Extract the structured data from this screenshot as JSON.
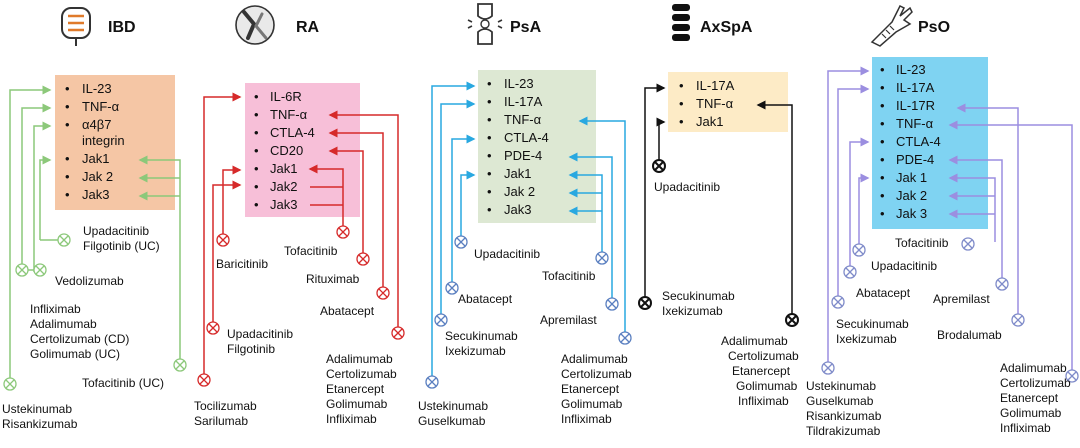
{
  "diseases": [
    {
      "key": "ibd",
      "title": "IBD",
      "icon": "intestine-icon",
      "color": "#8cc87a",
      "box_fill": "#f5c6a5",
      "targets": [
        "IL-23",
        "TNF-α",
        "α4β7",
        "integrin",
        "Jak1",
        "Jak 2",
        "Jak3"
      ],
      "drug_groups": [
        {
          "lines": [
            "Upadacitinib",
            "Filgotinib (UC)"
          ],
          "inhibitor": true
        },
        {
          "lines": [
            "Vedolizumab"
          ],
          "inhibitor": true
        },
        {
          "lines": [
            "Infliximab",
            "Adalimumab",
            "Certolizumab (CD)",
            "Golimumab (UC)"
          ],
          "inhibitor": false
        },
        {
          "lines": [
            "Tofacitinib (UC)"
          ],
          "inhibitor": true
        },
        {
          "lines": [
            "Ustekinumab",
            "Risankizumab"
          ],
          "inhibitor": true
        }
      ]
    },
    {
      "key": "ra",
      "title": "RA",
      "icon": "knee-joint-icon",
      "color": "#d62a2a",
      "box_fill": "#f7bfd8",
      "targets": [
        "IL-6R",
        "TNF-α",
        "CTLA-4",
        "CD20",
        "Jak1",
        "Jak2",
        "Jak3"
      ],
      "drug_groups": [
        {
          "lines": [
            "Baricitinib"
          ],
          "inhibitor": true
        },
        {
          "lines": [
            "Tofacitinib"
          ],
          "inhibitor": true
        },
        {
          "lines": [
            "Rituximab"
          ],
          "inhibitor": true
        },
        {
          "lines": [
            "Abatacept"
          ],
          "inhibitor": true
        },
        {
          "lines": [
            "Upadacitinib",
            "Filgotinib"
          ],
          "inhibitor": true
        },
        {
          "lines": [
            "Adalimumab",
            "Certolizumab",
            "Etanercept",
            "Golimumab",
            "Infliximab"
          ],
          "inhibitor": true
        },
        {
          "lines": [
            "Tocilizumab",
            "Sarilumab"
          ],
          "inhibitor": true
        }
      ]
    },
    {
      "key": "psa",
      "title": "PsA",
      "icon": "joint-icon",
      "color": "#29a8e0",
      "box_fill": "#dde8d3",
      "targets": [
        "IL-23",
        "IL-17A",
        "TNF-α",
        "CTLA-4",
        "PDE-4",
        "Jak1",
        "Jak 2",
        "Jak3"
      ],
      "drug_groups": [
        {
          "lines": [
            "Upadacitinib"
          ],
          "inhibitor": true
        },
        {
          "lines": [
            "Tofacitinib"
          ],
          "inhibitor": true
        },
        {
          "lines": [
            "Abatacept"
          ],
          "inhibitor": true
        },
        {
          "lines": [
            "Apremilast"
          ],
          "inhibitor": true
        },
        {
          "lines": [
            "Secukinumab",
            "Ixekizumab"
          ],
          "inhibitor": true
        },
        {
          "lines": [
            "Adalimumab",
            "Certolizumab",
            "Etanercept",
            "Golimumab",
            "Infliximab"
          ],
          "inhibitor": true
        },
        {
          "lines": [
            "Ustekinumab",
            "Guselkumab"
          ],
          "inhibitor": true
        }
      ]
    },
    {
      "key": "axspa",
      "title": "AxSpA",
      "icon": "spine-icon",
      "color": "#111111",
      "box_fill": "#fdebc6",
      "targets": [
        "IL-17A",
        "TNF-α",
        "Jak1"
      ],
      "drug_groups": [
        {
          "lines": [
            "Upadacitinib"
          ],
          "inhibitor": true
        },
        {
          "lines": [
            "Secukinumab",
            "Ixekizumab"
          ],
          "inhibitor": true
        },
        {
          "lines": [
            "Adalimumab",
            "Certolizumab",
            "Etanercept",
            "Golimumab",
            "Infliximab"
          ],
          "inhibitor": true
        }
      ]
    },
    {
      "key": "pso",
      "title": "PsO",
      "icon": "skin-arm-icon",
      "color": "#9b8ee0",
      "box_fill": "#7fd3f2",
      "targets": [
        "IL-23",
        "IL-17A",
        "IL-17R",
        "TNF-α",
        "CTLA-4",
        "PDE-4",
        "Jak 1",
        "Jak 2",
        "Jak 3"
      ],
      "drug_groups": [
        {
          "lines": [
            "Tofacitinib"
          ],
          "inhibitor": true
        },
        {
          "lines": [
            "Upadacitinib"
          ],
          "inhibitor": true
        },
        {
          "lines": [
            "Abatacept"
          ],
          "inhibitor": true
        },
        {
          "lines": [
            "Apremilast"
          ],
          "inhibitor": true
        },
        {
          "lines": [
            "Secukinumab",
            "Ixekizumab"
          ],
          "inhibitor": true
        },
        {
          "lines": [
            "Brodalumab"
          ],
          "inhibitor": true
        },
        {
          "lines": [
            "Ustekinumab",
            "Guselkumab",
            "Risankizumab",
            "Tildrakizumab"
          ],
          "inhibitor": true
        },
        {
          "lines": [
            "Adalimumab",
            "Certolizumab",
            "Etanercept",
            "Golimumab",
            "Infliximab"
          ],
          "inhibitor": true
        }
      ]
    }
  ]
}
